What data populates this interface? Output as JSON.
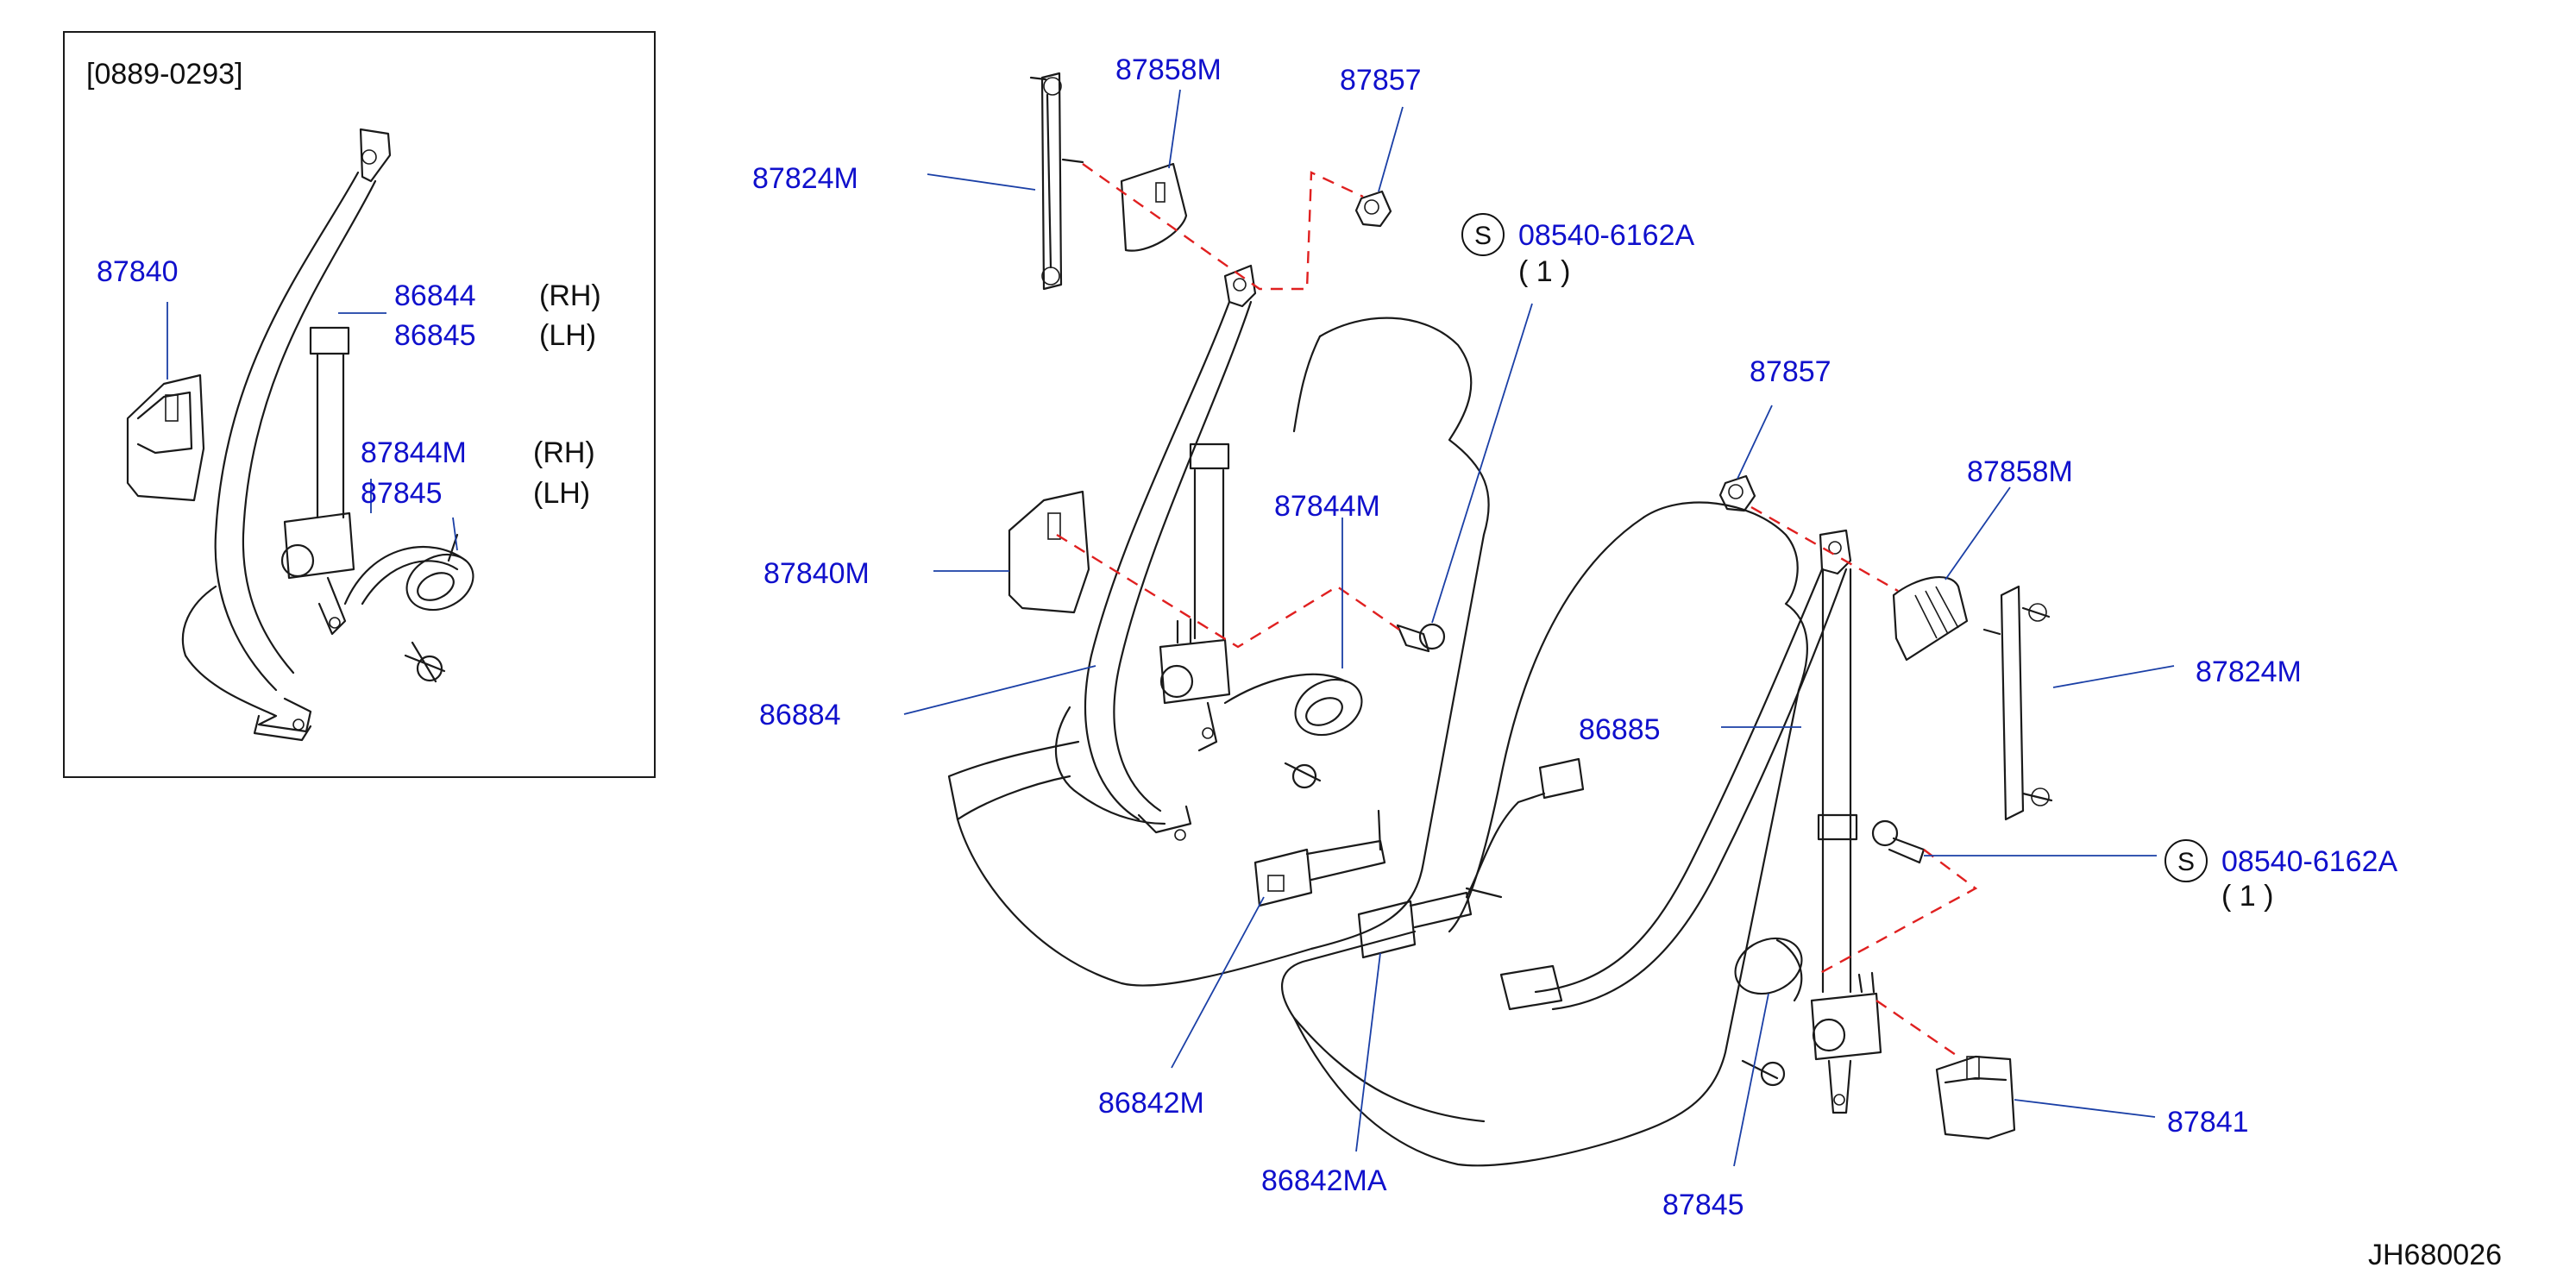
{
  "diagram_id": "JH680026",
  "inset": {
    "date_range": "[0889-0293]",
    "labels": {
      "p87840": "87840",
      "p86844": "86844",
      "p86845": "86845",
      "p87844m": "87844M",
      "p87845": "87845"
    },
    "sides": {
      "rh_a": "(RH)",
      "lh_a": "(LH)",
      "rh_b": "(RH)",
      "lh_b": "(LH)"
    }
  },
  "left_seat": {
    "labels": {
      "p87824m": "87824M",
      "p87858m": "87858M",
      "p87857": "87857",
      "p87840m": "87840M",
      "p87844m": "87844M",
      "p86884": "86884",
      "p86842m": "86842M"
    },
    "bolt": {
      "symbol": "S",
      "part": "08540-6162A",
      "qty": "( 1 )"
    }
  },
  "right_seat": {
    "labels": {
      "p87857": "87857",
      "p87858m": "87858M",
      "p87824m": "87824M",
      "p86885": "86885",
      "p86842ma": "86842MA",
      "p87845": "87845",
      "p87841": "87841"
    },
    "bolt": {
      "symbol": "S",
      "part": "08540-6162A",
      "qty": "( 1 )"
    }
  },
  "colors": {
    "callout": "#1010cc",
    "leader": "#1a3fa6",
    "dashed_guide": "#e02020",
    "line_art": "#1a1a1a"
  }
}
